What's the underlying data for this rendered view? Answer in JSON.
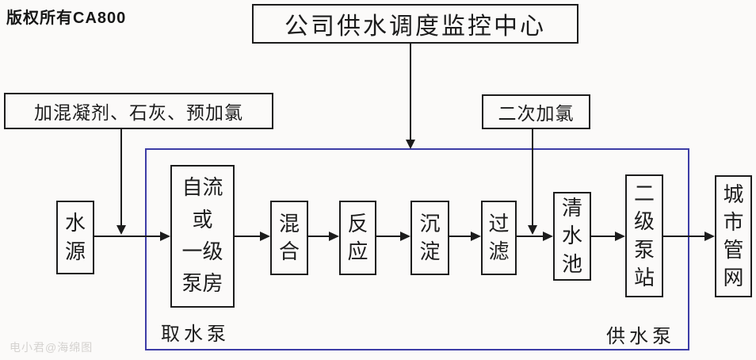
{
  "page": {
    "copyright": "版权所有CA800",
    "watermark": "电小君@海绵图"
  },
  "title": {
    "label": "公司供水调度监控中心"
  },
  "annotations": {
    "dosing": "加混凝剂、石灰、预加氯",
    "rechlorination": "二次加氯",
    "intake_pump": "取水泵",
    "supply_pump": "供水泵"
  },
  "nodes": {
    "source": "水\n源",
    "pump_house": "自流\n或\n一级\n泵房",
    "mixing": "混\n合",
    "reaction": "反\n应",
    "sedimentation": "沉\n淀",
    "filtration": "过\n滤",
    "clear_water_pool": "清\n水\n池",
    "secondary_pump_station": "二\n级\n泵\n站",
    "city_network": "城\n市\n管\n网"
  },
  "flow_order": [
    "水源",
    "自流或一级泵房",
    "混合",
    "反应",
    "沉淀",
    "过滤",
    "清水池",
    "二级泵站",
    "城市管网"
  ],
  "colors": {
    "line_black": "#1c1c1c",
    "boundary_blue": "#3d3da6",
    "background": "#fbfaf9"
  }
}
